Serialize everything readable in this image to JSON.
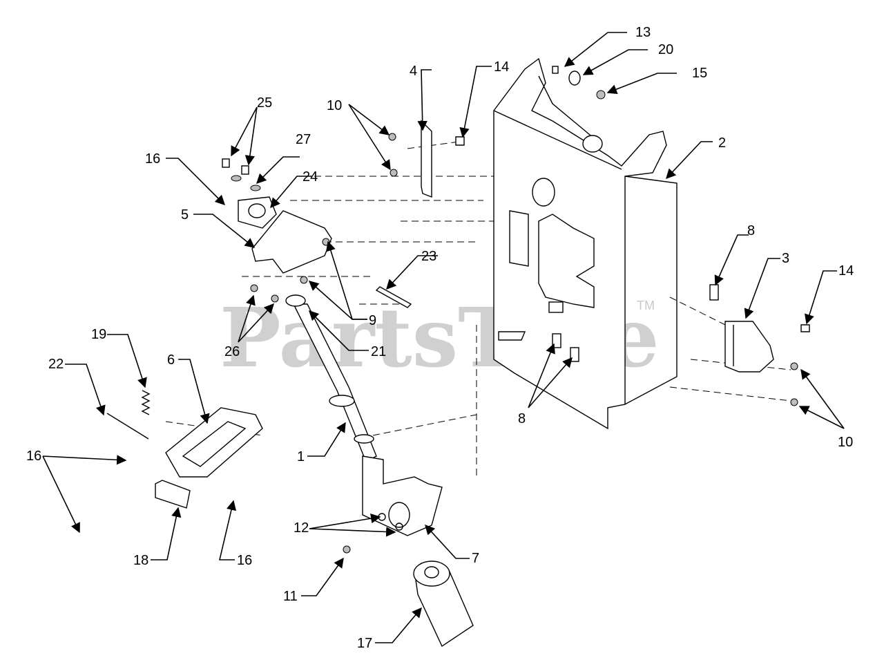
{
  "watermark": {
    "text": "PartsTree",
    "tm": "TM"
  },
  "callouts": {
    "c1": "1",
    "c2": "2",
    "c3": "3",
    "c4": "4",
    "c5": "5",
    "c6": "6",
    "c7": "7",
    "c8a": "8",
    "c8b": "8",
    "c9": "9",
    "c10a": "10",
    "c10b": "10",
    "c11": "11",
    "c12": "12",
    "c13": "13",
    "c14a": "14",
    "c14b": "14",
    "c15": "15",
    "c16a": "16",
    "c16b": "16",
    "c16c": "16",
    "c17": "17",
    "c18": "18",
    "c19": "19",
    "c20": "20",
    "c21": "21",
    "c22": "22",
    "c23": "23",
    "c24": "24",
    "c25": "25",
    "c26": "26",
    "c27": "27"
  }
}
